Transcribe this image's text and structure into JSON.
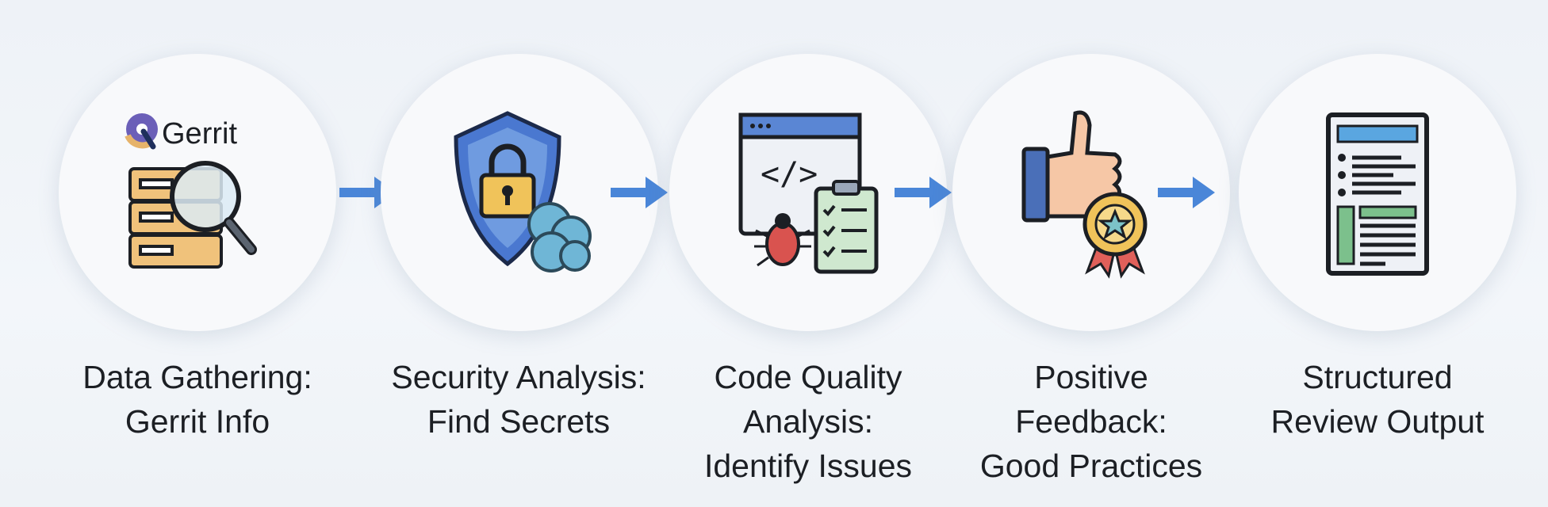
{
  "steps": [
    {
      "icon": "gerrit-data-search-icon",
      "logo_text": "Gerrit",
      "lines": [
        "Data Gathering:",
        "Gerrit Info"
      ]
    },
    {
      "icon": "shield-lock-brain-icon",
      "lines": [
        "Security Analysis:",
        "Find Secrets"
      ]
    },
    {
      "icon": "code-bug-checklist-icon",
      "lines": [
        "Code Quality",
        "Analysis:",
        "Identify Issues"
      ]
    },
    {
      "icon": "thumbs-up-award-icon",
      "lines": [
        "Positive",
        "Feedback:",
        "Good Practices"
      ]
    },
    {
      "icon": "structured-document-icon",
      "lines": [
        "Structured",
        "Review Output"
      ]
    }
  ],
  "colors": {
    "arrow": "#4a86d8",
    "folder": "#f0c27b",
    "shield": "#4a78d0",
    "clipboard": "#cfe8cf",
    "bug": "#d9534f",
    "award": "#f0c35a",
    "doc_header": "#5aa6e0",
    "doc_green": "#7cc08c"
  }
}
